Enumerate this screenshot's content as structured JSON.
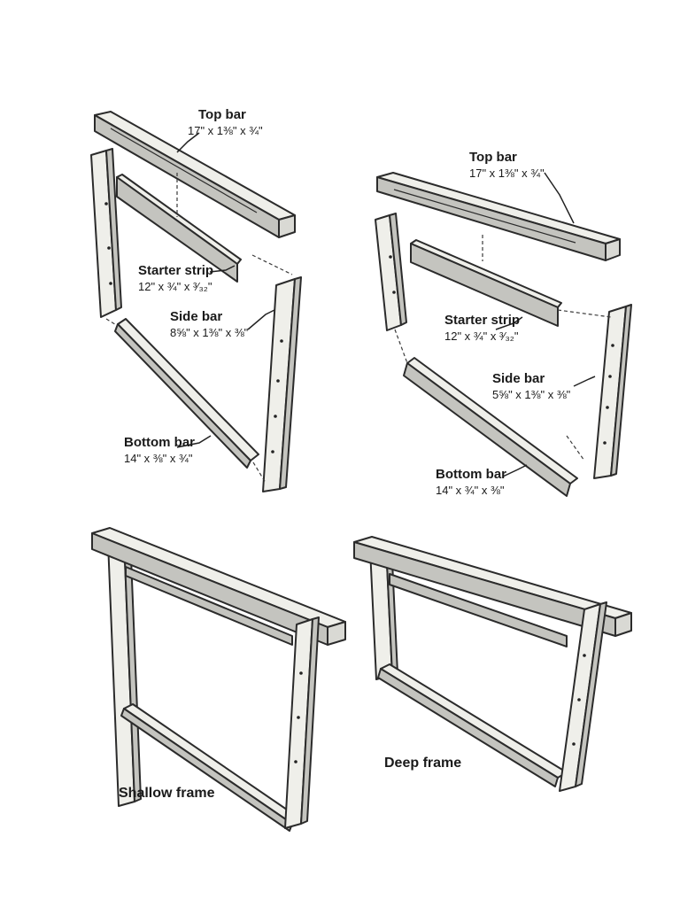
{
  "shallow_exploded": {
    "top_bar": {
      "name": "Top bar",
      "dims": "17\" x 1⅜\" x ¾\""
    },
    "starter_strip": {
      "name": "Starter strip",
      "dims": "12\" x ¾\" x ³⁄₃₂\""
    },
    "side_bar": {
      "name": "Side bar",
      "dims": "8⅝\" x 1⅜\" x ⅜\""
    },
    "bottom_bar": {
      "name": "Bottom bar",
      "dims": "14\" x ⅜\" x ¾\""
    }
  },
  "deep_exploded": {
    "top_bar": {
      "name": "Top bar",
      "dims": "17\" x 1⅜\" x ¾\""
    },
    "starter_strip": {
      "name": "Starter strip",
      "dims": "12\" x ¾\" x ³⁄₃₂\""
    },
    "side_bar": {
      "name": "Side bar",
      "dims": "5⅝\" x 1⅜\" x ⅜\""
    },
    "bottom_bar": {
      "name": "Bottom bar",
      "dims": "14\" x ¾\" x ⅜\""
    }
  },
  "captions": {
    "shallow": "Shallow frame",
    "deep": "Deep frame"
  }
}
